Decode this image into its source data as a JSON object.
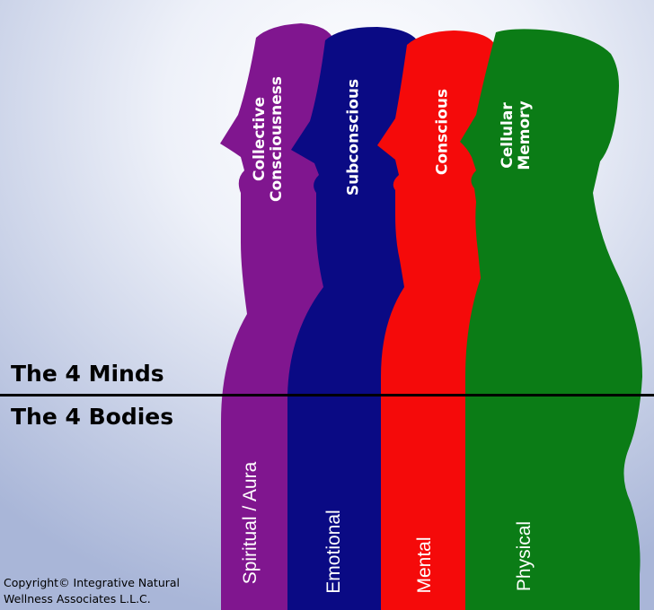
{
  "headings": {
    "minds": "The 4 Minds",
    "bodies": "The 4 Bodies"
  },
  "minds": [
    {
      "line1": "Collective",
      "line2": "Consciousness"
    },
    {
      "line1": "Subconscious"
    },
    {
      "line1": "Conscious"
    },
    {
      "line1": "Cellular",
      "line2": "Memory"
    }
  ],
  "bodies": [
    "Spiritual / Aura",
    "Emotional",
    "Mental",
    "Physical"
  ],
  "copyright": {
    "line1": "Copyright© Integrative Natural",
    "line2": "Wellness Associates L.L.C."
  },
  "colors": {
    "purple": "#80168f",
    "blue": "#0a0a84",
    "red": "#f50a0a",
    "green": "#0b7c16",
    "background_center": "#ffffff",
    "background_edge": "#a9b6d8"
  }
}
